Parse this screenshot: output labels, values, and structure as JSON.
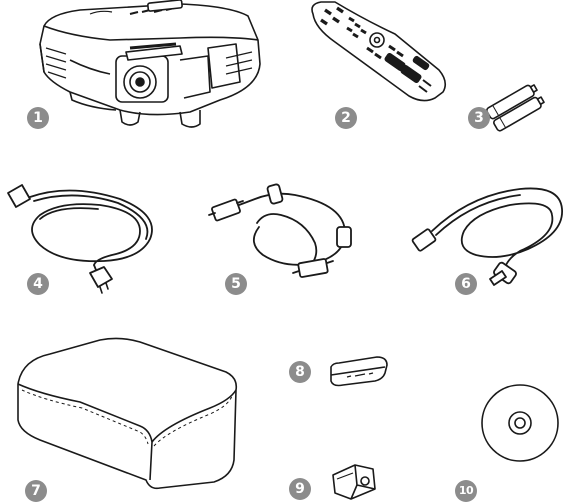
{
  "colors": {
    "line": "#1a1a1a",
    "badge": "#8c8c8c",
    "background": "#ffffff"
  },
  "items": [
    {
      "number": "1",
      "icon": "projector-icon"
    },
    {
      "number": "2",
      "icon": "remote-control-icon"
    },
    {
      "number": "3",
      "icon": "aa-batteries-icon"
    },
    {
      "number": "4",
      "icon": "power-cord-icon"
    },
    {
      "number": "5",
      "icon": "vga-cable-icon"
    },
    {
      "number": "6",
      "icon": "usb-cable-icon"
    },
    {
      "number": "7",
      "icon": "soft-carrying-case-icon"
    },
    {
      "number": "8",
      "icon": "wireless-lan-module-icon"
    },
    {
      "number": "9",
      "icon": "module-cover-icon"
    },
    {
      "number": "10",
      "icon": "cd-rom-icon"
    }
  ]
}
